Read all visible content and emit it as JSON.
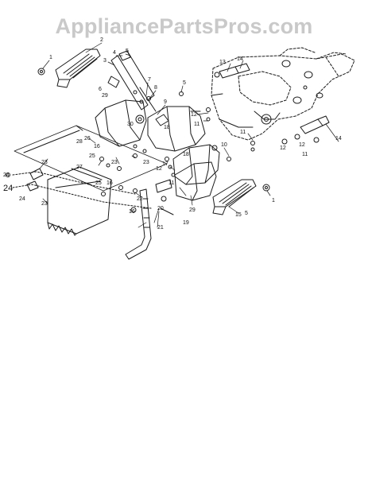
{
  "watermark": "AppliancePartsPros.com",
  "callouts": [
    {
      "id": "l1a",
      "text": "1"
    },
    {
      "id": "l1b",
      "text": "1"
    },
    {
      "id": "l2",
      "text": "2"
    },
    {
      "id": "l3",
      "text": "3"
    },
    {
      "id": "l4",
      "text": "4"
    },
    {
      "id": "l5a",
      "text": "5"
    },
    {
      "id": "l5b",
      "text": "5"
    },
    {
      "id": "l5c",
      "text": "5"
    },
    {
      "id": "l6",
      "text": "6"
    },
    {
      "id": "l7",
      "text": "7"
    },
    {
      "id": "l8",
      "text": "8"
    },
    {
      "id": "l9",
      "text": "9"
    },
    {
      "id": "l10",
      "text": "10"
    },
    {
      "id": "l11a",
      "text": "11"
    },
    {
      "id": "l11b",
      "text": "11"
    },
    {
      "id": "l11c",
      "text": "11"
    },
    {
      "id": "l11d",
      "text": "11"
    },
    {
      "id": "l12a",
      "text": "12"
    },
    {
      "id": "l12b",
      "text": "12"
    },
    {
      "id": "l12c",
      "text": "12"
    },
    {
      "id": "l12d",
      "text": "12"
    },
    {
      "id": "l13",
      "text": "13"
    },
    {
      "id": "l14a",
      "text": "14"
    },
    {
      "id": "l14b",
      "text": "14"
    },
    {
      "id": "l15",
      "text": "15"
    },
    {
      "id": "l16a",
      "text": "16"
    },
    {
      "id": "l16b",
      "text": "16"
    },
    {
      "id": "l16c",
      "text": "16"
    },
    {
      "id": "l17",
      "text": "17"
    },
    {
      "id": "l18a",
      "text": "18"
    },
    {
      "id": "l18b",
      "text": "18"
    },
    {
      "id": "l19",
      "text": "19"
    },
    {
      "id": "l20",
      "text": "20"
    },
    {
      "id": "l21",
      "text": "21"
    },
    {
      "id": "l22",
      "text": "22"
    },
    {
      "id": "l23a",
      "text": "23"
    },
    {
      "id": "l23b",
      "text": "23"
    },
    {
      "id": "l23c",
      "text": "23"
    },
    {
      "id": "l23d",
      "text": "23"
    },
    {
      "id": "l24a",
      "text": "24"
    },
    {
      "id": "l24b",
      "text": "24"
    },
    {
      "id": "l24c",
      "text": "24"
    },
    {
      "id": "l25a",
      "text": "25"
    },
    {
      "id": "l25b",
      "text": "25"
    },
    {
      "id": "l26",
      "text": "26"
    },
    {
      "id": "l27",
      "text": "27"
    },
    {
      "id": "l28",
      "text": "28"
    },
    {
      "id": "l29a",
      "text": "29"
    },
    {
      "id": "l29b",
      "text": "29"
    },
    {
      "id": "l30",
      "text": "30"
    }
  ]
}
